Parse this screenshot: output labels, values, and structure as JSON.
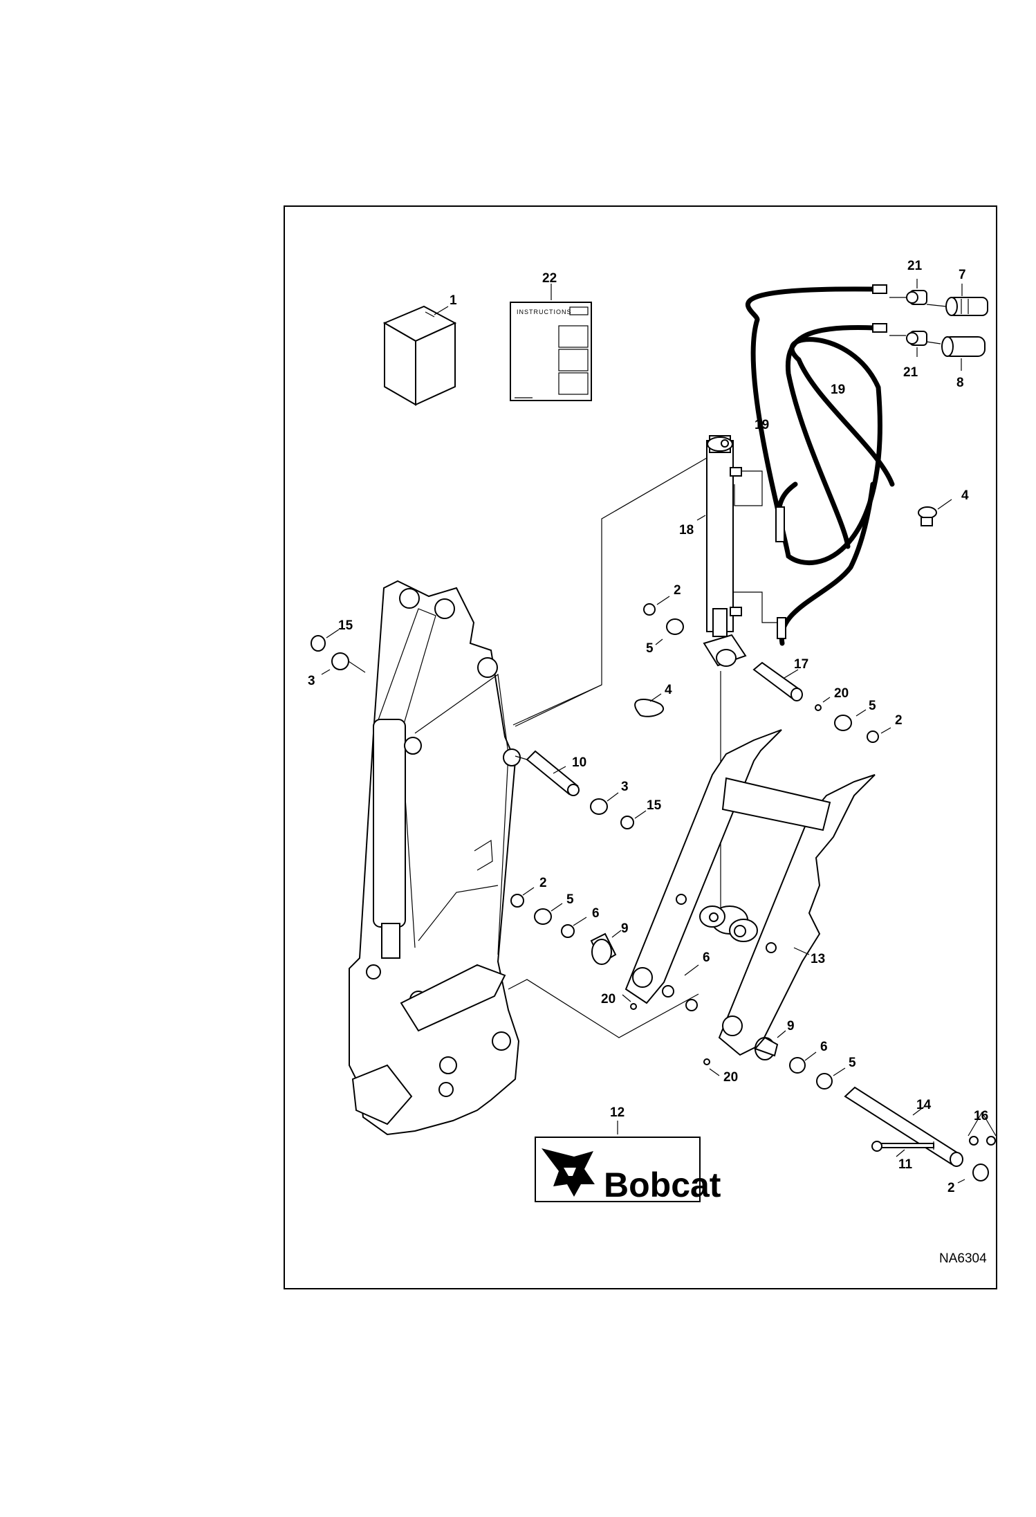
{
  "figure_id": "NA6304",
  "instructions_label": "INSTRUCTIONS",
  "brand_logo_text": "Bobcat",
  "callouts": {
    "c1": "1",
    "c22": "22",
    "c21a": "21",
    "c7": "7",
    "c21b": "21",
    "c8": "8",
    "c19a": "19",
    "c19b": "19",
    "c4a": "4",
    "c18": "18",
    "c2a": "2",
    "c5a": "5",
    "c17": "17",
    "c20a": "20",
    "c5b": "5",
    "c2b": "2",
    "c4b": "4",
    "c15a": "15",
    "c3a": "3",
    "c10": "10",
    "c3b": "3",
    "c15b": "15",
    "c2c": "2",
    "c5c": "5",
    "c6a": "6",
    "c9a": "9",
    "c13": "13",
    "c6b": "6",
    "c20b": "20",
    "c9b": "9",
    "c6c": "6",
    "c5d": "5",
    "c20c": "20",
    "c12": "12",
    "c14": "14",
    "c16": "16",
    "c11": "11",
    "c2d": "2"
  }
}
